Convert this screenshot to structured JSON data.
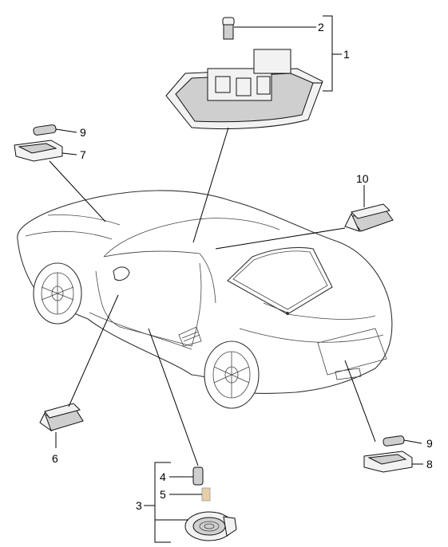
{
  "callouts": {
    "c1": "1",
    "c2": "2",
    "c3": "3",
    "c4": "4",
    "c5": "5",
    "c6": "6",
    "c7": "7",
    "c8": "8",
    "c9a": "9",
    "c9b": "9",
    "c10": "10"
  }
}
